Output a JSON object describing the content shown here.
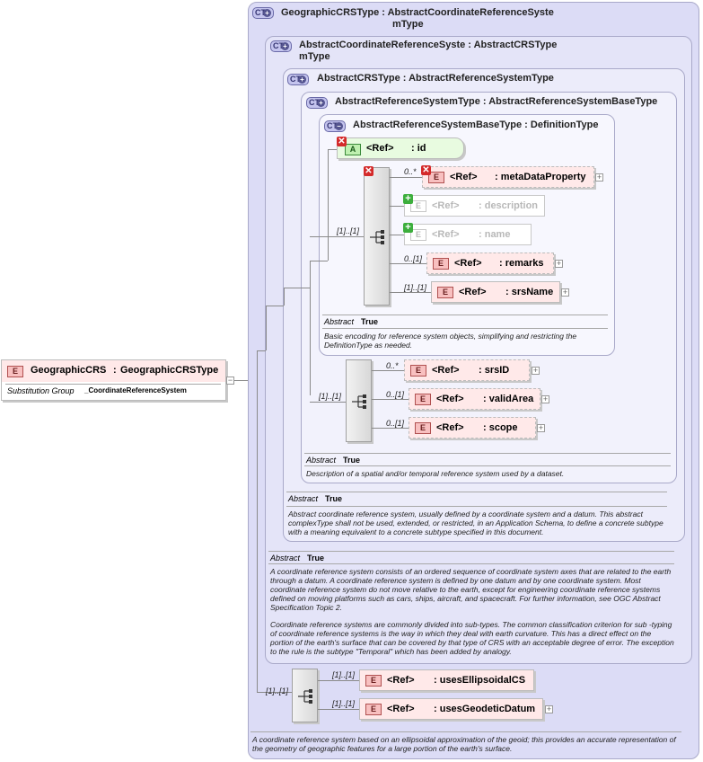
{
  "root_element": {
    "badge": "E",
    "name": "GeographicCRS",
    "type": "GeographicCRSType",
    "subst_label": "Substitution Group",
    "subst_value": "_CoordinateReferenceSystem"
  },
  "ct_badge": "CT",
  "ref_label": "<Ref>",
  "attr_badge": "A",
  "elem_badge": "E",
  "abstract_label": "Abstract",
  "abstract_value": "True",
  "complex_types": {
    "geographic": {
      "name": "GeographicCRSType",
      "base": "AbstractCoordinateReferenceSyste",
      "base2": "mType"
    },
    "abstract_coord": {
      "name": "AbstractCoordinateReferenceSyste",
      "name2": "mType",
      "base": "AbstractCRSType"
    },
    "abstract_crs": {
      "name": "AbstractCRSType",
      "base": "AbstractReferenceSystemType"
    },
    "abstract_ref": {
      "name": "AbstractReferenceSystemType",
      "base": "AbstractReferenceSystemBaseType"
    },
    "abstract_ref_base": {
      "name": "AbstractReferenceSystemBaseType",
      "base": "DefinitionType"
    }
  },
  "attribute": {
    "name": ": id"
  },
  "elements": {
    "meta": {
      "name": ": metaDataProperty",
      "mult": "0..*"
    },
    "description": {
      "name": ": description"
    },
    "name": {
      "name": ": name"
    },
    "remarks": {
      "name": ": remarks",
      "mult": "0..[1]"
    },
    "srsName": {
      "name": ": srsName",
      "mult": "[1]..[1]"
    },
    "srsID": {
      "name": ": srsID",
      "mult": "0..*"
    },
    "validArea": {
      "name": ": validArea",
      "mult": "0..[1]"
    },
    "scope": {
      "name": ": scope",
      "mult": "0..[1]"
    },
    "usesEllipsoidalCS": {
      "name": ": usesEllipsoidalCS",
      "mult": "[1]..[1]"
    },
    "usesGeodeticDatum": {
      "name": ": usesGeodeticDatum",
      "mult": "[1]..[1]"
    }
  },
  "sequences": {
    "seq1": {
      "mult": "[1]..[1]"
    },
    "seq2": {
      "mult": "[1]..[1]"
    },
    "seq3": {
      "mult": "[1]..[1]"
    }
  },
  "docs": {
    "ref_base": "Basic encoding for reference system objects, simplifying and restricting the DefinitionType as needed.",
    "ref_system": "Description of a spatial and/or temporal reference system used by a dataset.",
    "crs": "Abstract coordinate reference system, usually defined by a coordinate system and a datum. This abstract complexType shall not be used, extended, or restricted, in an Application Schema, to define a concrete subtype with a meaning equivalent to a concrete subtype specified in this document.",
    "coord_1": "A coordinate reference system consists of an ordered sequence of coordinate system axes that are related to the earth through a datum. A coordinate reference system is defined by one datum and by one coordinate system. Most coordinate reference system do not move relative to the earth, except for engineering coordinate reference systems defined on moving platforms such as cars, ships, aircraft, and spacecraft. For further information, see OGC Abstract Specification Topic 2.",
    "coord_2": "Coordinate reference systems are commonly divided into sub-types. The common classification criterion for sub -typing of coordinate reference systems is the way in which they deal with earth curvature. This has a direct effect on the portion of the earth's surface that can be covered by that type of CRS with an acceptable degree of error. The exception to the rule is the subtype \"Temporal\" which has been added by analogy.",
    "geographic": "A coordinate reference system based on an ellipsoidal approximation of the geoid; this provides an accurate representation of the geometry of geographic features for a large portion of the earth's surface."
  },
  "colors": {
    "element_fill": "#ffe9e9",
    "attribute_fill": "#e8fbe0",
    "ct_fill": "#dcdcf6",
    "prohibited": "#d42a2a",
    "added": "#3cae3c"
  }
}
